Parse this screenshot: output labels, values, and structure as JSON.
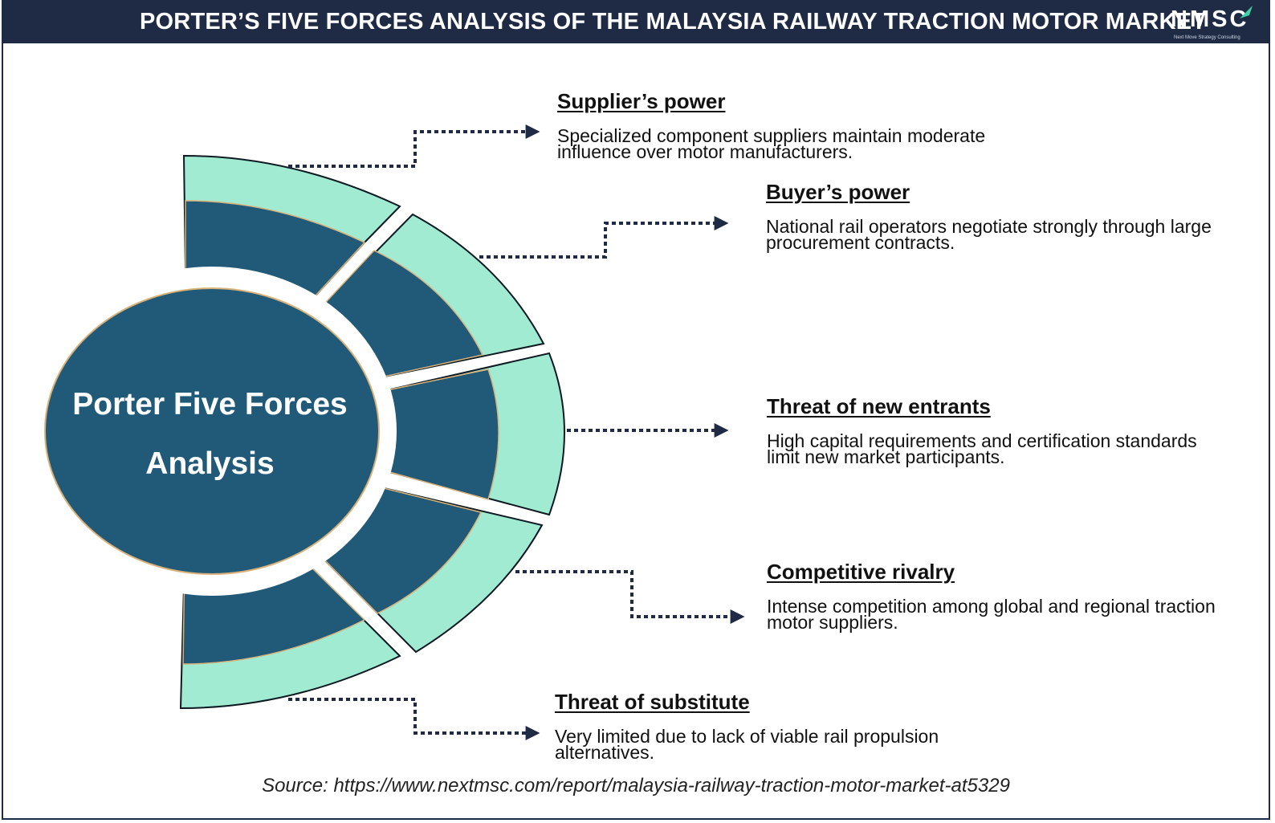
{
  "header": {
    "title": "PORTER’S FIVE FORCES ANALYSIS OF THE MALAYSIA RAILWAY TRACTION MOTOR MARKET",
    "logo_text": "NMSC",
    "logo_tagline": "Next Move Strategy Consulting"
  },
  "center": {
    "line1": "Porter Five Forces",
    "line2": "Analysis"
  },
  "forces": [
    {
      "title": "Supplier’s power",
      "description": "Specialized component suppliers maintain moderate influence over motor manufacturers."
    },
    {
      "title": "Buyer’s power",
      "description": "National rail operators negotiate strongly through large procurement contracts."
    },
    {
      "title": "Threat of new entrants",
      "description": "High capital requirements and certification standards limit new market participants."
    },
    {
      "title": "Competitive rivalry",
      "description": "Intense competition among global and regional traction motor suppliers."
    },
    {
      "title": "Threat of substitute",
      "description": "Very limited due to lack of viable rail propulsion alternatives."
    }
  ],
  "source": "Source: https://www.nextmsc.com/report/malaysia-railway-traction-motor-market-at5329",
  "colors": {
    "navy": "#1f2a44",
    "teal_dark": "#215a78",
    "mint": "#a0ebd2"
  }
}
